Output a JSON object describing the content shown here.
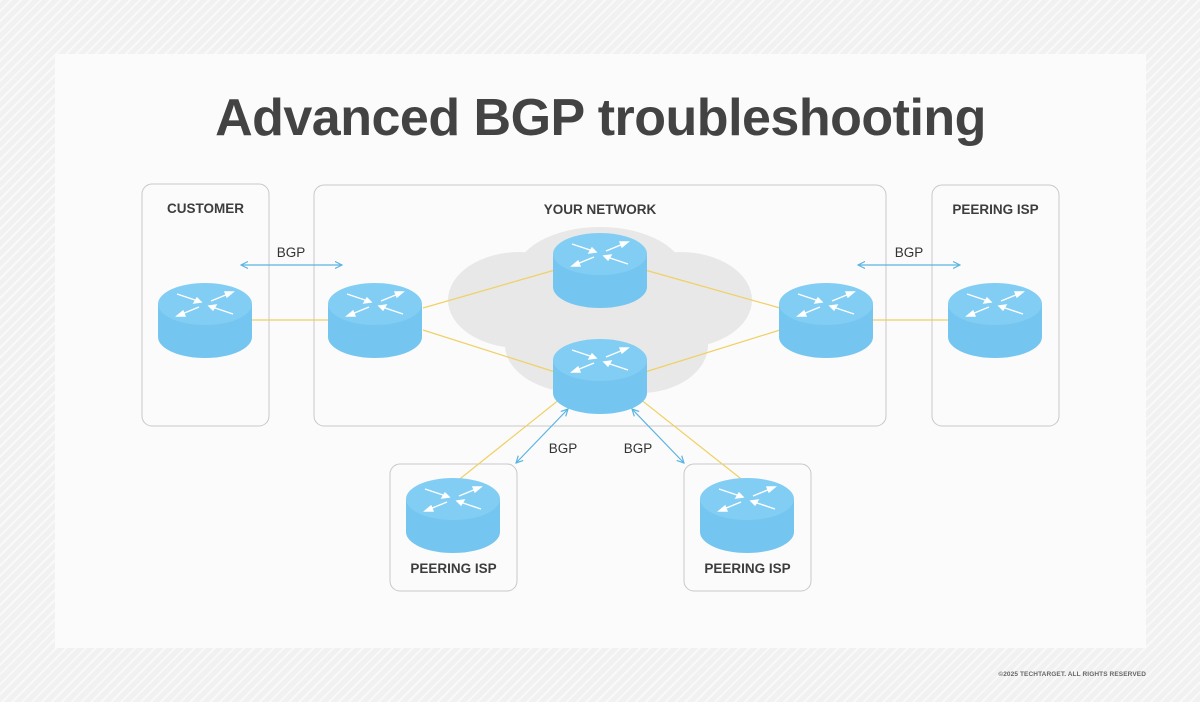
{
  "title": "Advanced BGP troubleshooting",
  "boxes": {
    "customer": "CUSTOMER",
    "your_network": "YOUR NETWORK",
    "peering_isp_right": "PEERING ISP",
    "peering_isp_bottom_left": "PEERING ISP",
    "peering_isp_bottom_right": "PEERING ISP"
  },
  "connections": {
    "customer_link": "BGP",
    "right_isp_link": "BGP",
    "bottom_left_link": "BGP",
    "bottom_right_link": "BGP"
  },
  "footer": {
    "copyright": "©2025 TECHTARGET. ALL RIGHTS RESERVED"
  },
  "colors": {
    "router": "#74c5f0",
    "router_top": "#82cdf4",
    "link_line": "#f0d066",
    "bgp_arrow": "#5ab4e2",
    "cloud": "#e8e8e8",
    "box_border": "#c8c8c8"
  }
}
